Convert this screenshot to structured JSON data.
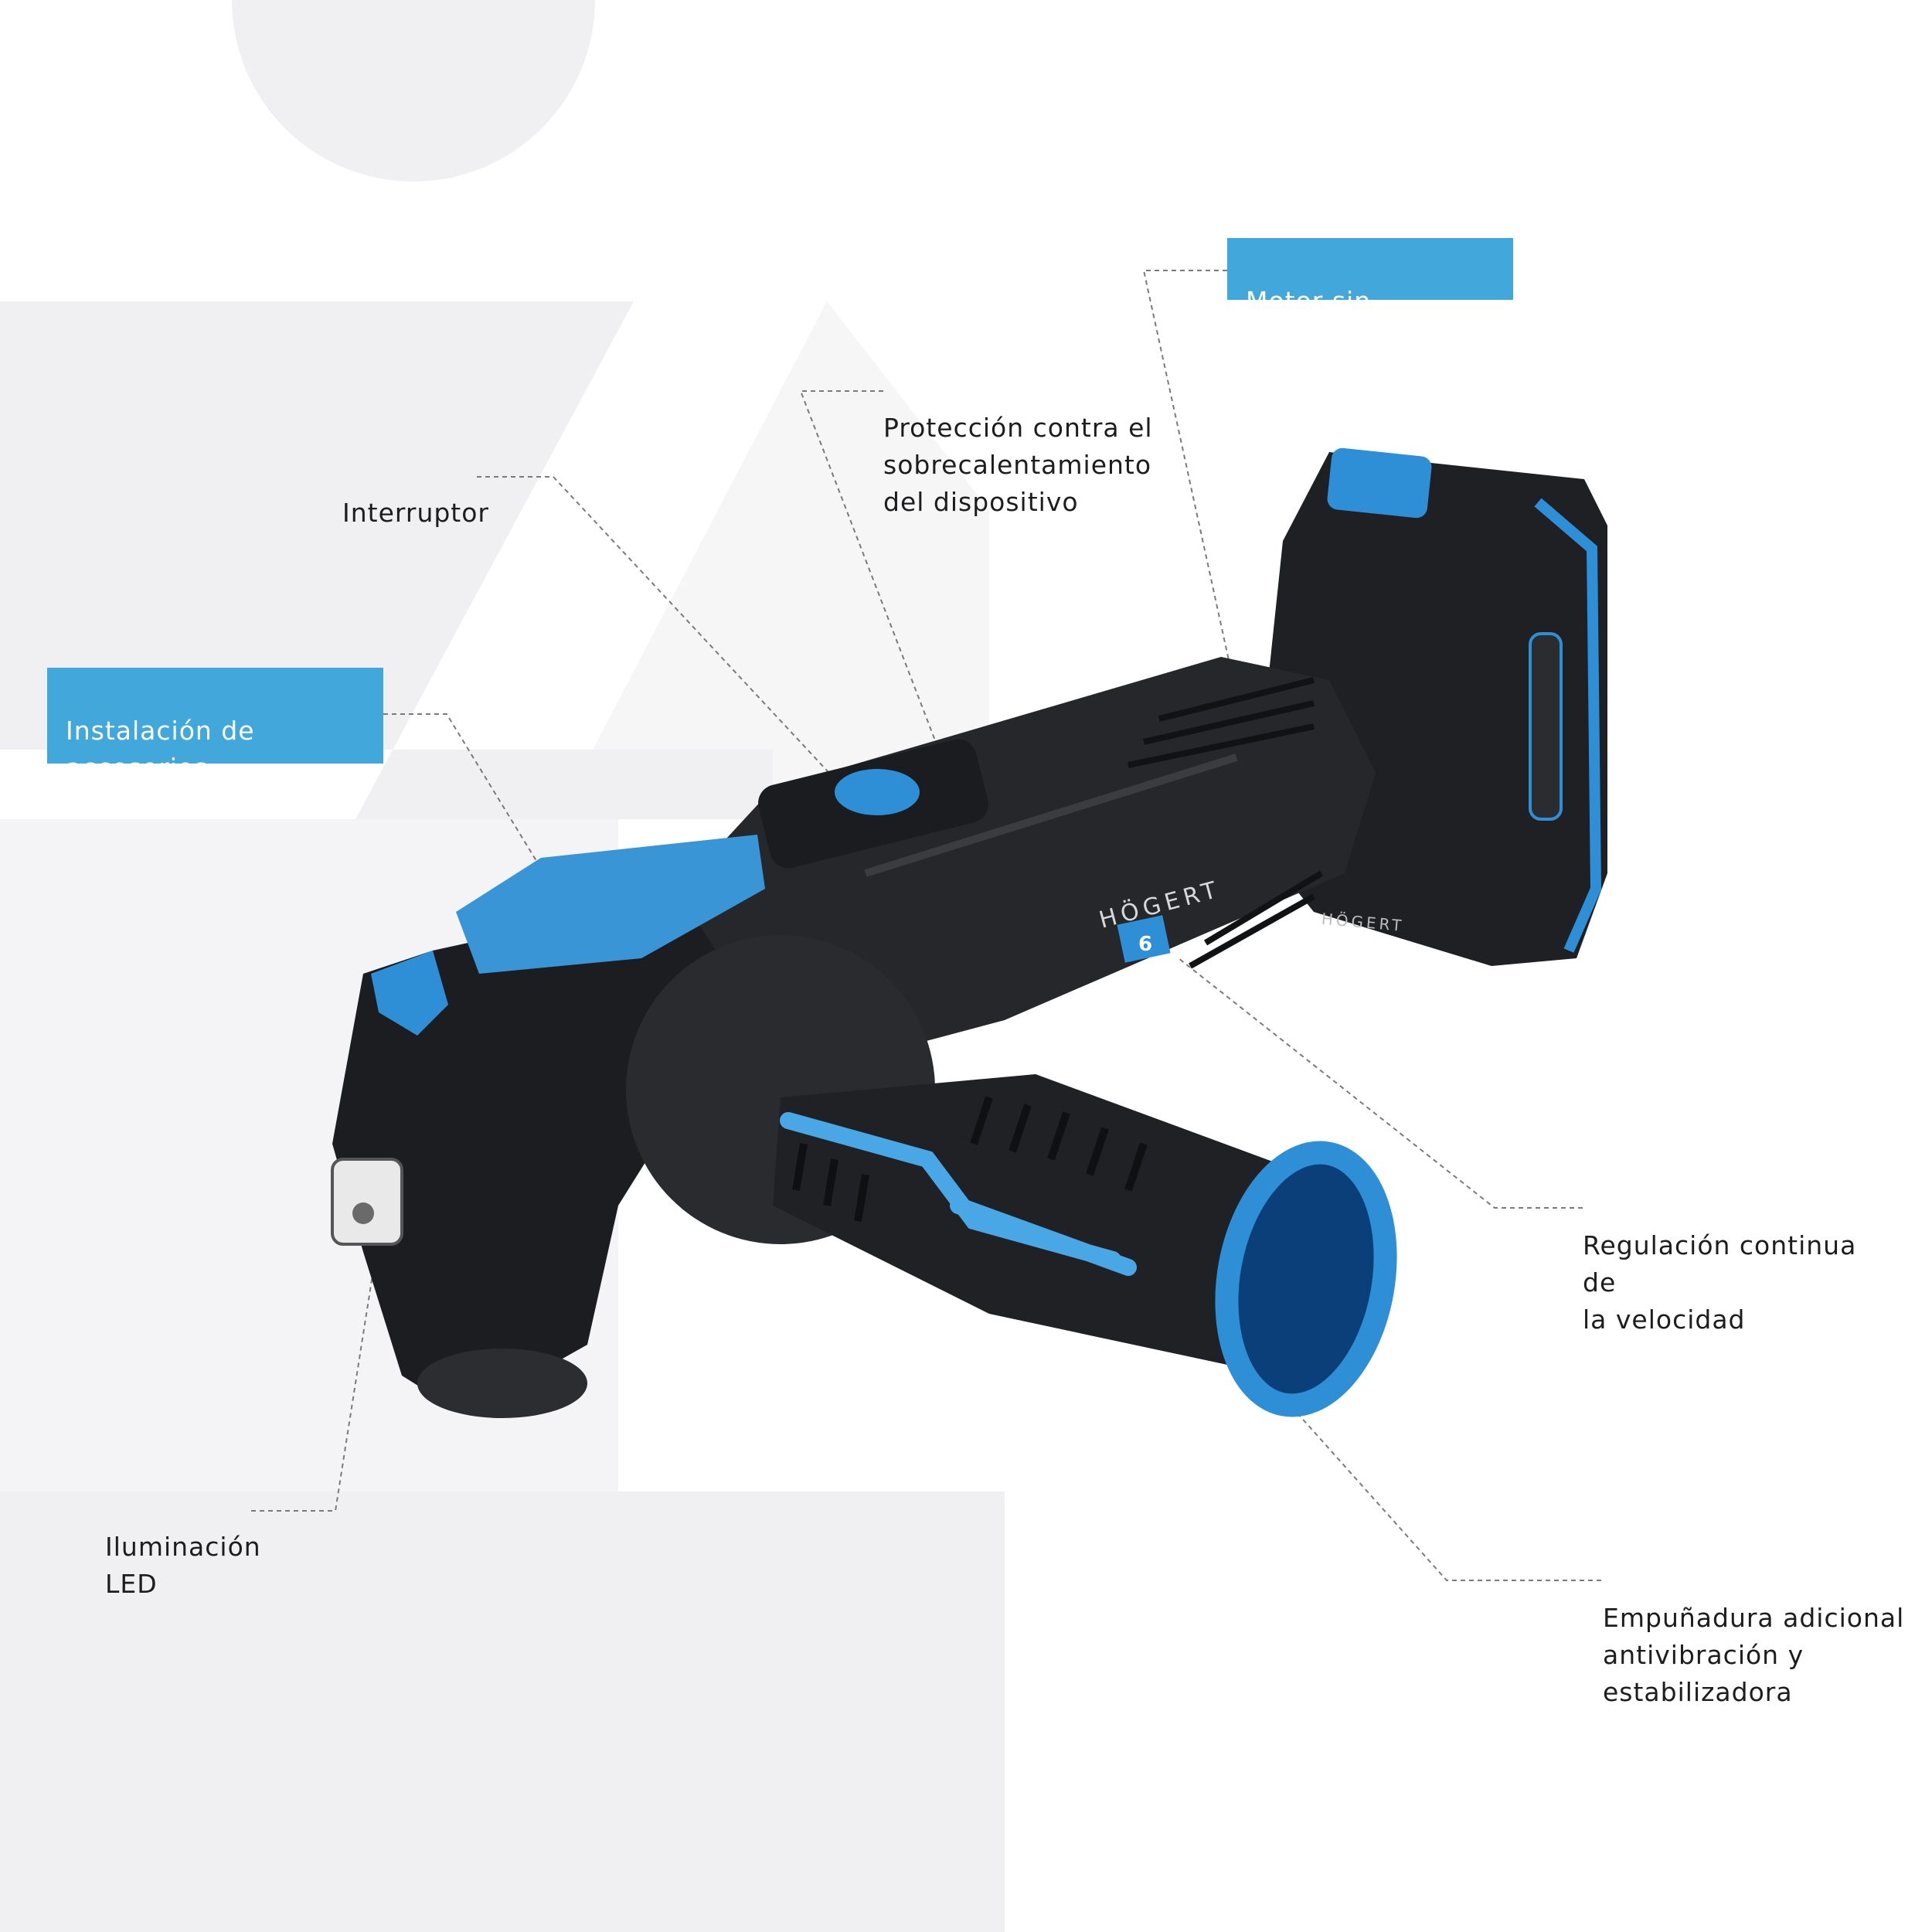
{
  "colors": {
    "accent": "#42a8dc",
    "background_shapes": "#f0f0f2",
    "tool_body": "#1e2024",
    "tool_blue": "#2f8fd6",
    "leader_line": "#7a7a7a"
  },
  "tool": {
    "brand_main": "HÖGERT",
    "brand_battery": "HÖGERT",
    "speed_dial_value": "6"
  },
  "callouts": {
    "motor": "Motor sin escobillas",
    "overheat": "Protección contra el\nsobrecalentamiento\ndel dispositivo",
    "switch": "Interruptor",
    "toolless": "Instalación de accesorios\nsin herramientas",
    "speed": "Regulación continua de\nla velocidad",
    "led": "Iluminación\nLED",
    "handle": "Empuñadura adicional\nantivibración y\nestabilizadora"
  }
}
